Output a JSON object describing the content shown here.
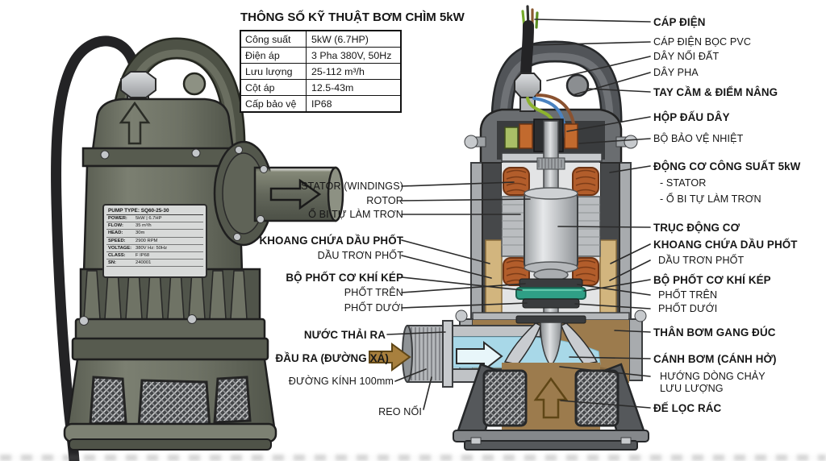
{
  "spec_table": {
    "title": "THÔNG SỐ KỸ THUẬT BƠM CHÌM 5kW",
    "rows": [
      {
        "label": "Công suất",
        "value": "5kW (6.7HP)"
      },
      {
        "label": "Điện áp",
        "value": "3 Pha 380V, 50Hz"
      },
      {
        "label": "Lưu lượng",
        "value": "25-112 m³/h"
      },
      {
        "label": "Cột áp",
        "value": "12.5-43m"
      },
      {
        "label": "Cấp bảo vệ",
        "value": "IP68"
      }
    ]
  },
  "nameplate": {
    "title": "PUMP TYPE: SQ60-25-30",
    "rows": [
      {
        "label": "POWER:",
        "value": "5kW | 6.7HP"
      },
      {
        "label": "FLOW:",
        "value": "35 m³/h"
      },
      {
        "label": "HEAD:",
        "value": "30m"
      },
      {
        "label": "SPEED:",
        "value": "2900 RPM"
      },
      {
        "label": "VOLTAGE:",
        "value": "380V   Hz: 50Hz"
      },
      {
        "label": "CLASS:",
        "value": "F   IP68"
      },
      {
        "label": "SN:",
        "value": "240001"
      }
    ]
  },
  "labels_left": [
    {
      "text": "STATOR (WINDINGS)",
      "bold": false
    },
    {
      "text": "ROTOR",
      "bold": false
    },
    {
      "text": "Ổ BI TỰ LÀM TRƠN",
      "bold": false
    },
    {
      "text": "KHOANG CHỨA DẦU PHỐT",
      "bold": true
    },
    {
      "text": "DẦU TRƠN PHỐT",
      "bold": false
    },
    {
      "text": "BỘ PHỐT CƠ KHÍ KÉP",
      "bold": true
    },
    {
      "text": "PHỐT TRÊN",
      "bold": false
    },
    {
      "text": "PHỐT DƯỚI",
      "bold": false
    },
    {
      "text": "NƯỚC THẢI RA",
      "bold": true
    },
    {
      "text": "ĐẦU RA (ĐƯỜNG XẢ)",
      "bold": true
    },
    {
      "text": "ĐƯỜNG KÍNH 100mm",
      "bold": false
    },
    {
      "text": "REO NỐI",
      "bold": false
    }
  ],
  "labels_right": [
    {
      "text": "CÁP ĐIỆN",
      "bold": true
    },
    {
      "text": "CÁP ĐIỆN BỌC PVC",
      "bold": false
    },
    {
      "text": "DÂY NỐI ĐẤT",
      "bold": false
    },
    {
      "text": "DÂY PHA",
      "bold": false
    },
    {
      "text": "TAY CẦM & ĐIỂM NÂNG",
      "bold": true
    },
    {
      "text": "HỘP ĐẤU DÂY",
      "bold": true
    },
    {
      "text": "BỘ BẢO VỆ NHIỆT",
      "bold": false
    },
    {
      "text": "ĐỘNG CƠ CÔNG SUẤT 5kW",
      "bold": true
    },
    {
      "text": "- STATOR",
      "bold": false
    },
    {
      "text": "- Ổ BI TỰ LÀM TRƠN",
      "bold": false
    },
    {
      "text": "TRỤC ĐỘNG CƠ",
      "bold": true
    },
    {
      "text": "KHOANG CHỨA DẦU PHỐT",
      "bold": true
    },
    {
      "text": "DẦU TRƠN PHỐT",
      "bold": false
    },
    {
      "text": "BỘ PHỐT CƠ KHÍ KÉP",
      "bold": true
    },
    {
      "text": "PHỐT TRÊN",
      "bold": false
    },
    {
      "text": "PHỐT DƯỚI",
      "bold": false
    },
    {
      "text": "THÂN BƠM GANG ĐÚC",
      "bold": true
    },
    {
      "text": "CÁNH BƠM (CÁNH HỞ)",
      "bold": true
    },
    {
      "text": "HƯỚNG DÒNG CHẢY",
      "bold": false
    },
    {
      "text": "LƯU LƯỢNG",
      "bold": false
    },
    {
      "text": "ĐẾ LỌC RÁC",
      "bold": true
    }
  ],
  "icons": {
    "flow_arrow_up": "↑",
    "flow_arrow_right": "→"
  },
  "colors": {
    "pump_body_olive": "#6e7265",
    "cutaway_charcoal": "#46484a",
    "winding_copper": "#b25d2b",
    "oil_chamber_tan": "#d2b57e",
    "volute_brown": "#9c7b4d",
    "water_blue": "#a8d8e8",
    "seal_teal": "#2f9f86",
    "wire_earth_green": "#8db32e",
    "wire_phase_blue": "#4a82c0",
    "wire_phase_brown": "#8a5230"
  }
}
